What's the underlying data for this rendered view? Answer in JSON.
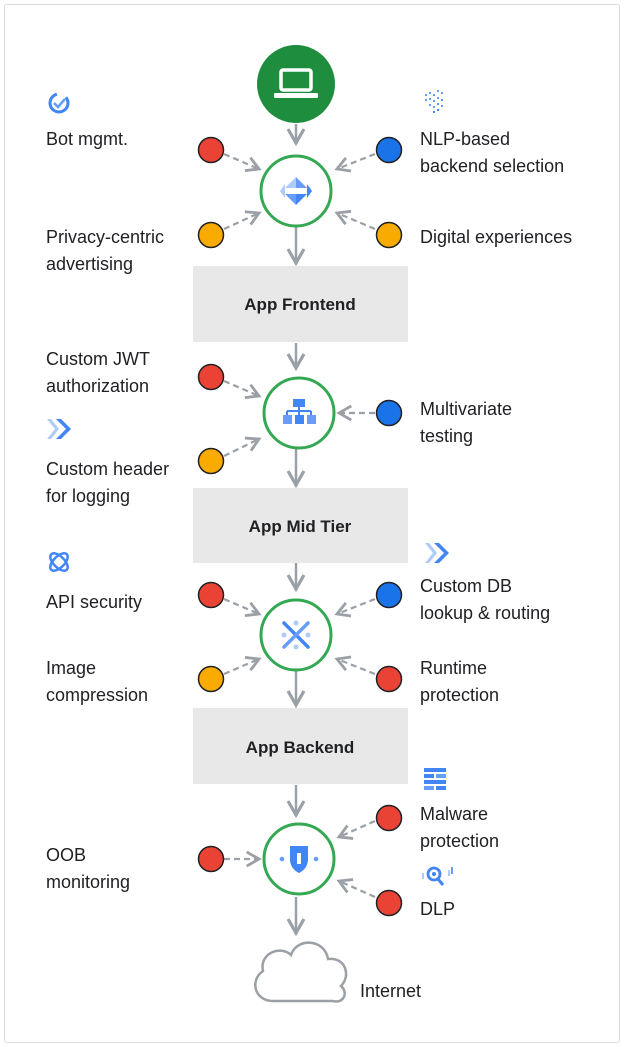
{
  "tiers": [
    {
      "label": "App Frontend"
    },
    {
      "label": "App Mid Tier"
    },
    {
      "label": "App Backend"
    }
  ],
  "labels": {
    "bot_mgmt": "Bot mgmt.",
    "nlp_backend": "NLP-based\nbackend selection",
    "privacy_ads": "Privacy-centric\nadvertising",
    "digital_exp": "Digital experiences",
    "custom_jwt": "Custom JWT\nauthorization",
    "multivariate": "Multivariate\ntesting",
    "custom_header": "Custom header\nfor logging",
    "api_security": "API security",
    "custom_db": "Custom DB\nlookup & routing",
    "image_compression": "Image\ncompression",
    "runtime_protection": "Runtime\nprotection",
    "malware": "Malware\nprotection",
    "oob": "OOB\nmonitoring",
    "dlp": "DLP",
    "internet": "Internet"
  },
  "colors": {
    "red": "#ea4335",
    "orange": "#f9ab00",
    "blue": "#1a73e8",
    "green": "#1e8e3e",
    "tier_fill": "#e8e8e8",
    "line": "#9aa0a6",
    "node_border": "#34a853"
  },
  "icons": {
    "client": "laptop-icon",
    "node1": "load-balancer-icon",
    "node2": "network-hierarchy-icon",
    "node3": "service-extension-icon",
    "node4": "shield-security-icon",
    "destination": "cloud-icon"
  }
}
